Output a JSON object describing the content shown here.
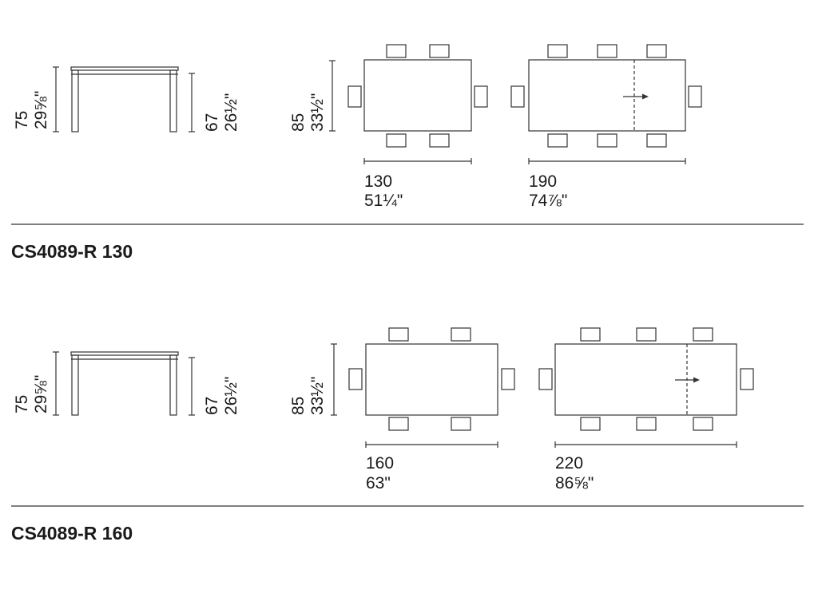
{
  "sections": [
    {
      "model": "CS4089-R 130",
      "height": {
        "cm": "75",
        "inch": "29⅝\""
      },
      "leg_height": {
        "cm": "67",
        "inch": "26½\""
      },
      "depth": {
        "cm": "85",
        "inch": "33½\""
      },
      "closed_length": {
        "cm": "130",
        "inch": "51¼\""
      },
      "extended_length": {
        "cm": "190",
        "inch": "74⅞\""
      }
    },
    {
      "model": "CS4089-R 160",
      "height": {
        "cm": "75",
        "inch": "29⅝\""
      },
      "leg_height": {
        "cm": "67",
        "inch": "26½\""
      },
      "depth": {
        "cm": "85",
        "inch": "33½\""
      },
      "closed_length": {
        "cm": "160",
        "inch": "63\""
      },
      "extended_length": {
        "cm": "220",
        "inch": "86⅝\""
      }
    }
  ]
}
